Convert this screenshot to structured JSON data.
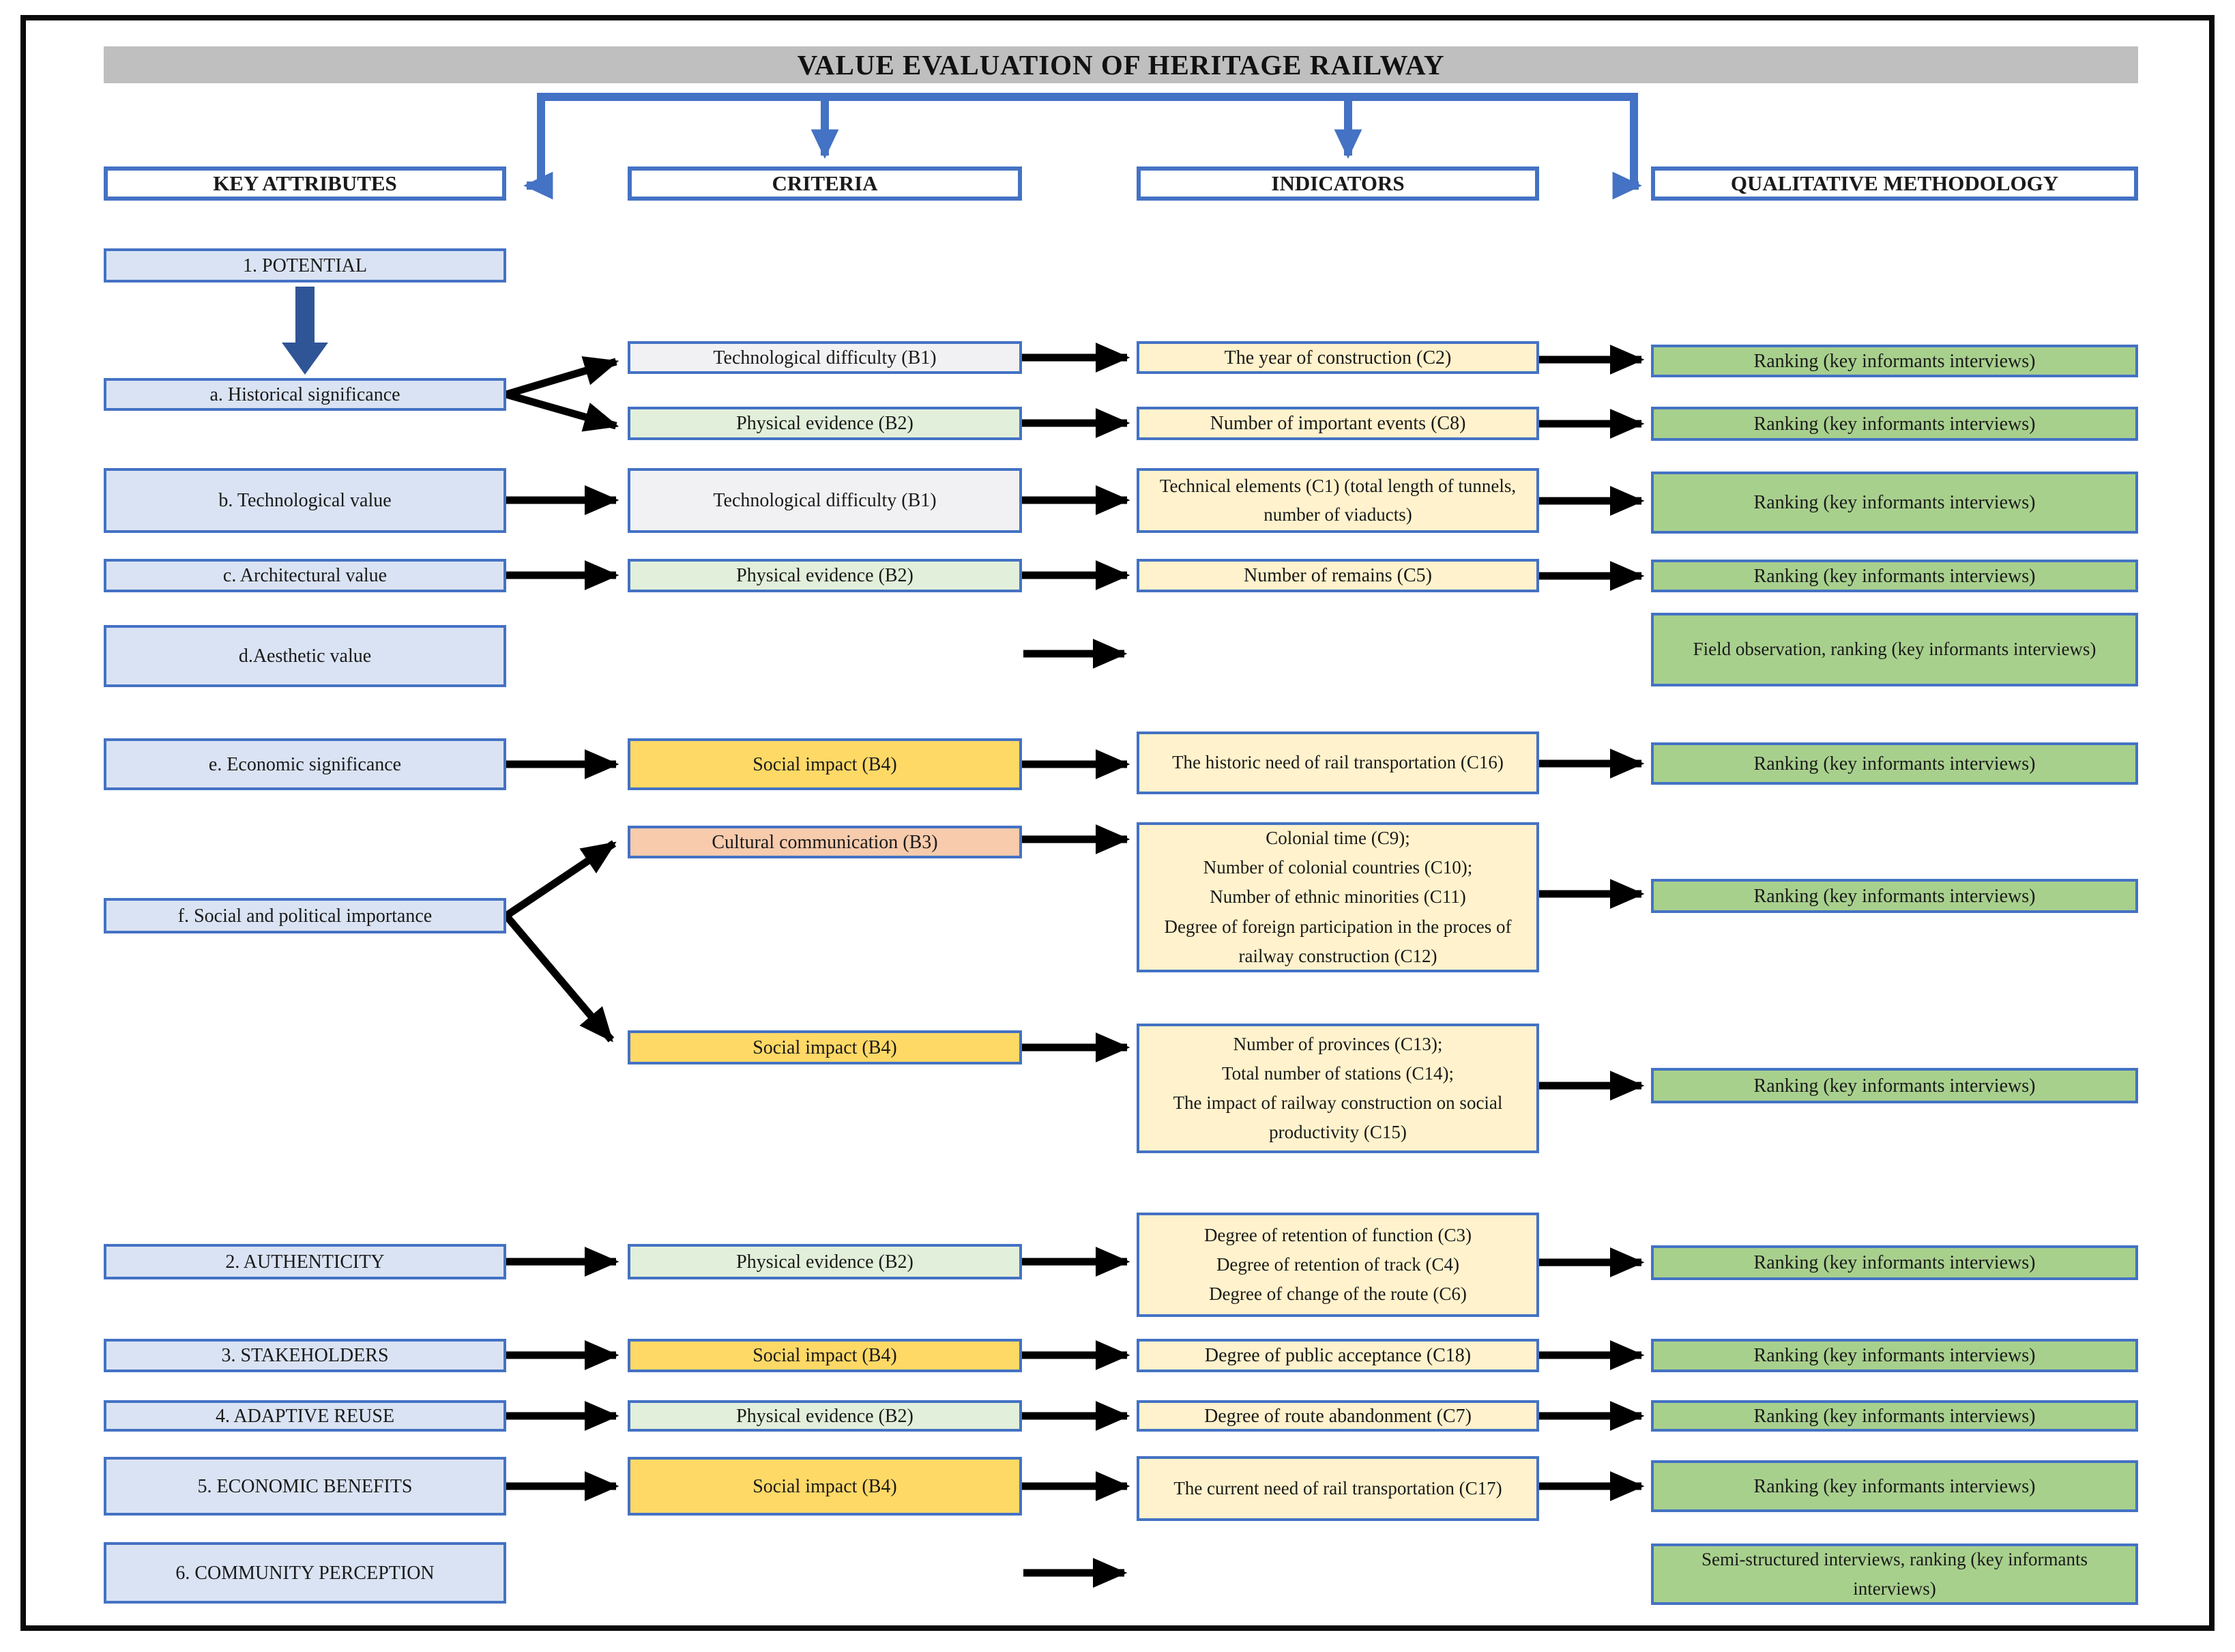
{
  "title": "VALUE EVALUATION OF HERITAGE RAILWAY",
  "columns": {
    "key_attributes": "KEY ATTRIBUTES",
    "criteria": "CRITERIA",
    "indicators": "INDICATORS",
    "methodology": "QUALITATIVE METHODOLOGY"
  },
  "attributes": {
    "potential": "1. POTENTIAL",
    "a": "a. Historical significance",
    "b": "b. Technological value",
    "c": "c. Architectural value",
    "d": "d.Aesthetic value",
    "e": "e. Economic significance",
    "f": "f. Social and political importance",
    "authenticity": "2. AUTHENTICITY",
    "stakeholders": "3. STAKEHOLDERS",
    "adaptive_reuse": "4. ADAPTIVE REUSE",
    "economic_benefits": "5. ECONOMIC BENEFITS",
    "community_perception": "6. COMMUNITY PERCEPTION"
  },
  "criteria": {
    "b1": "Technological difficulty (B1)",
    "b2": "Physical evidence (B2)",
    "b3": "Cultural communication (B3)",
    "b4": "Social impact (B4)"
  },
  "indicators": {
    "c2": "The year of construction (C2)",
    "c8": "Number of important events (C8)",
    "c1": "Technical elements (C1) (total length of tunnels, number of viaducts)",
    "c5": "Number of remains (C5)",
    "c16": "The historic need of rail transportation (C16)",
    "c9_c12": "Colonial time (C9);\nNumber of colonial countries (C10);\nNumber of ethnic minorities (C11)\nDegree of foreign participation in the proces of railway construction (C12)",
    "c13_c15": "Number of provinces (C13);\nTotal number of stations (C14);\nThe impact of railway construction on social productivity (C15)",
    "c3_c4_c6": "Degree of retention of function (C3)\nDegree of retention of track (C4)\nDegree of change of the route (C6)",
    "c18": "Degree of public acceptance (C18)",
    "c7": "Degree of route abandonment (C7)",
    "c17": "The current need of rail transportation (C17)"
  },
  "methodology": {
    "ranking": "Ranking (key informants interviews)",
    "field_observation": "Field observation, ranking (key informants interviews)",
    "semi_structured": "Semi-structured interviews, ranking (key informants interviews)"
  },
  "colors": {
    "accent_blue": "#4472c4",
    "down_arrow_blue": "#2f5597",
    "attribute_fill": "#dae3f3",
    "b1_fill": "#f1f1f3",
    "b2_fill": "#e2efda",
    "b3_fill": "#f7cbac",
    "b4_fill": "#ffd966",
    "indicator_fill": "#fff2cc",
    "methodology_fill": "#a8d08d",
    "title_bar_fill": "#bfbfbf",
    "arrow_black": "#000000"
  }
}
